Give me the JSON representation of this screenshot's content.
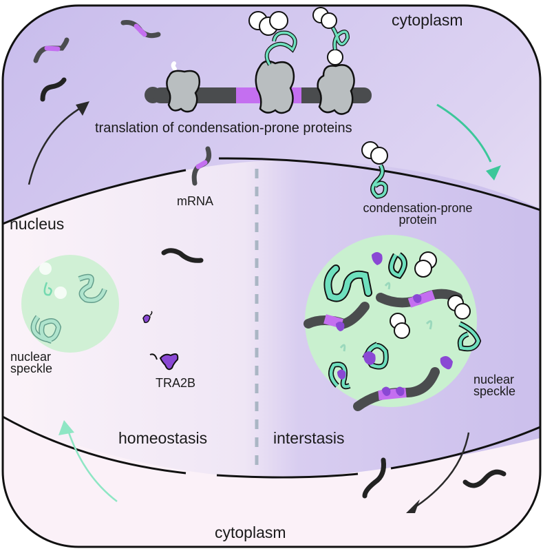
{
  "labels": {
    "cytoplasm_top": "cytoplasm",
    "translation": "translation of condensation-prone proteins",
    "mrna": "mRNA",
    "nucleus": "nucleus",
    "condensation_protein_line1": "condensation-prone",
    "condensation_protein_line2": "protein",
    "nuclear_speckle_left_line1": "nuclear",
    "nuclear_speckle_left_line2": "speckle",
    "tra2b": "TRA2B",
    "nuclear_speckle_right_line1": "nuclear",
    "nuclear_speckle_right_line2": "speckle",
    "homeostasis": "homeostasis",
    "interstasis": "interstasis",
    "cytoplasm_bottom": "cytoplasm"
  },
  "colors": {
    "cytoplasm_purple": "#cfc4ee",
    "nucleus_pink": "#f7eef7",
    "mrna_dark": "#4a4c4e",
    "mrna_exon": "#c46ff0",
    "ribosome": "#b9bec0",
    "speckle_green": "#c9f0cf",
    "protein_teal": "#6ee0be",
    "tra2b_purple": "#8a48d4",
    "arrow_teal": "#3cc79a",
    "arrow_dark": "#2a2a2a",
    "divider": "#aab6c4"
  }
}
